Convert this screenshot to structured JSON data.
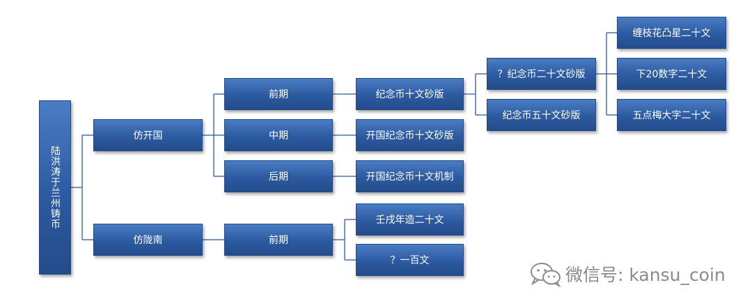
{
  "diagram": {
    "root": "陆洪涛于兰州铸币",
    "branches": [
      {
        "label": "仿开国",
        "children": [
          {
            "label": "前期",
            "children": [
              {
                "label": "纪念币十文砂版",
                "children": [
                  {
                    "label": "？纪念币二十文砂版",
                    "children": [
                      {
                        "label": "缠枝花凸星二十文"
                      },
                      {
                        "label": "下20数字二十文"
                      },
                      {
                        "label": "五点梅大字二十文"
                      }
                    ]
                  },
                  {
                    "label": "纪念币五十文砂版"
                  }
                ]
              }
            ]
          },
          {
            "label": "中期",
            "children": [
              {
                "label": "开国纪念币十文砂版"
              }
            ]
          },
          {
            "label": "后期",
            "children": [
              {
                "label": "开国纪念币十文机制"
              }
            ]
          }
        ]
      },
      {
        "label": "仿陇南",
        "children": [
          {
            "label": "前期",
            "children": [
              {
                "label": "壬戌年造二十文"
              },
              {
                "label": "？一百文"
              }
            ]
          }
        ]
      }
    ]
  },
  "watermark": {
    "icon": "wechat-icon",
    "text": "微信号: kansu_coin"
  },
  "colors": {
    "node_fill": "#2c5aa0",
    "connector": "#2c5aa0",
    "watermark": "#8a8a8a"
  }
}
